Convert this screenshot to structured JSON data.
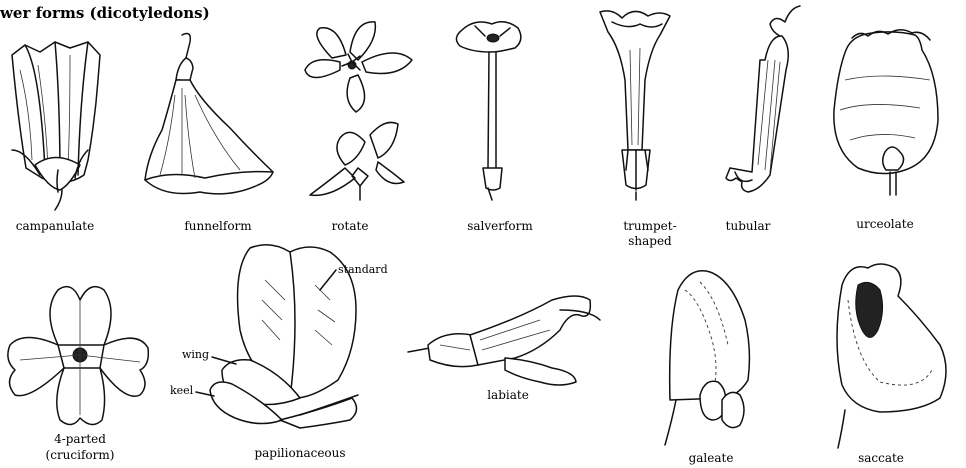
{
  "title": "wer forms (dicotyledons)",
  "forms": {
    "campanulate": "campanulate",
    "funnelform": "funnelform",
    "rotate": "rotate",
    "salverform": "salverform",
    "trumpet_line1": "trumpet-",
    "trumpet_line2": "shaped",
    "tubular": "tubular",
    "urceolate": "urceolate",
    "cruciform_line1": "4-parted",
    "cruciform_line2": "(cruciform)",
    "papilionaceous": "papilionaceous",
    "labiate": "labiate",
    "galeate": "galeate",
    "saccate": "saccate"
  },
  "parts": {
    "standard": "standard",
    "wing": "wing",
    "keel": "keel"
  }
}
